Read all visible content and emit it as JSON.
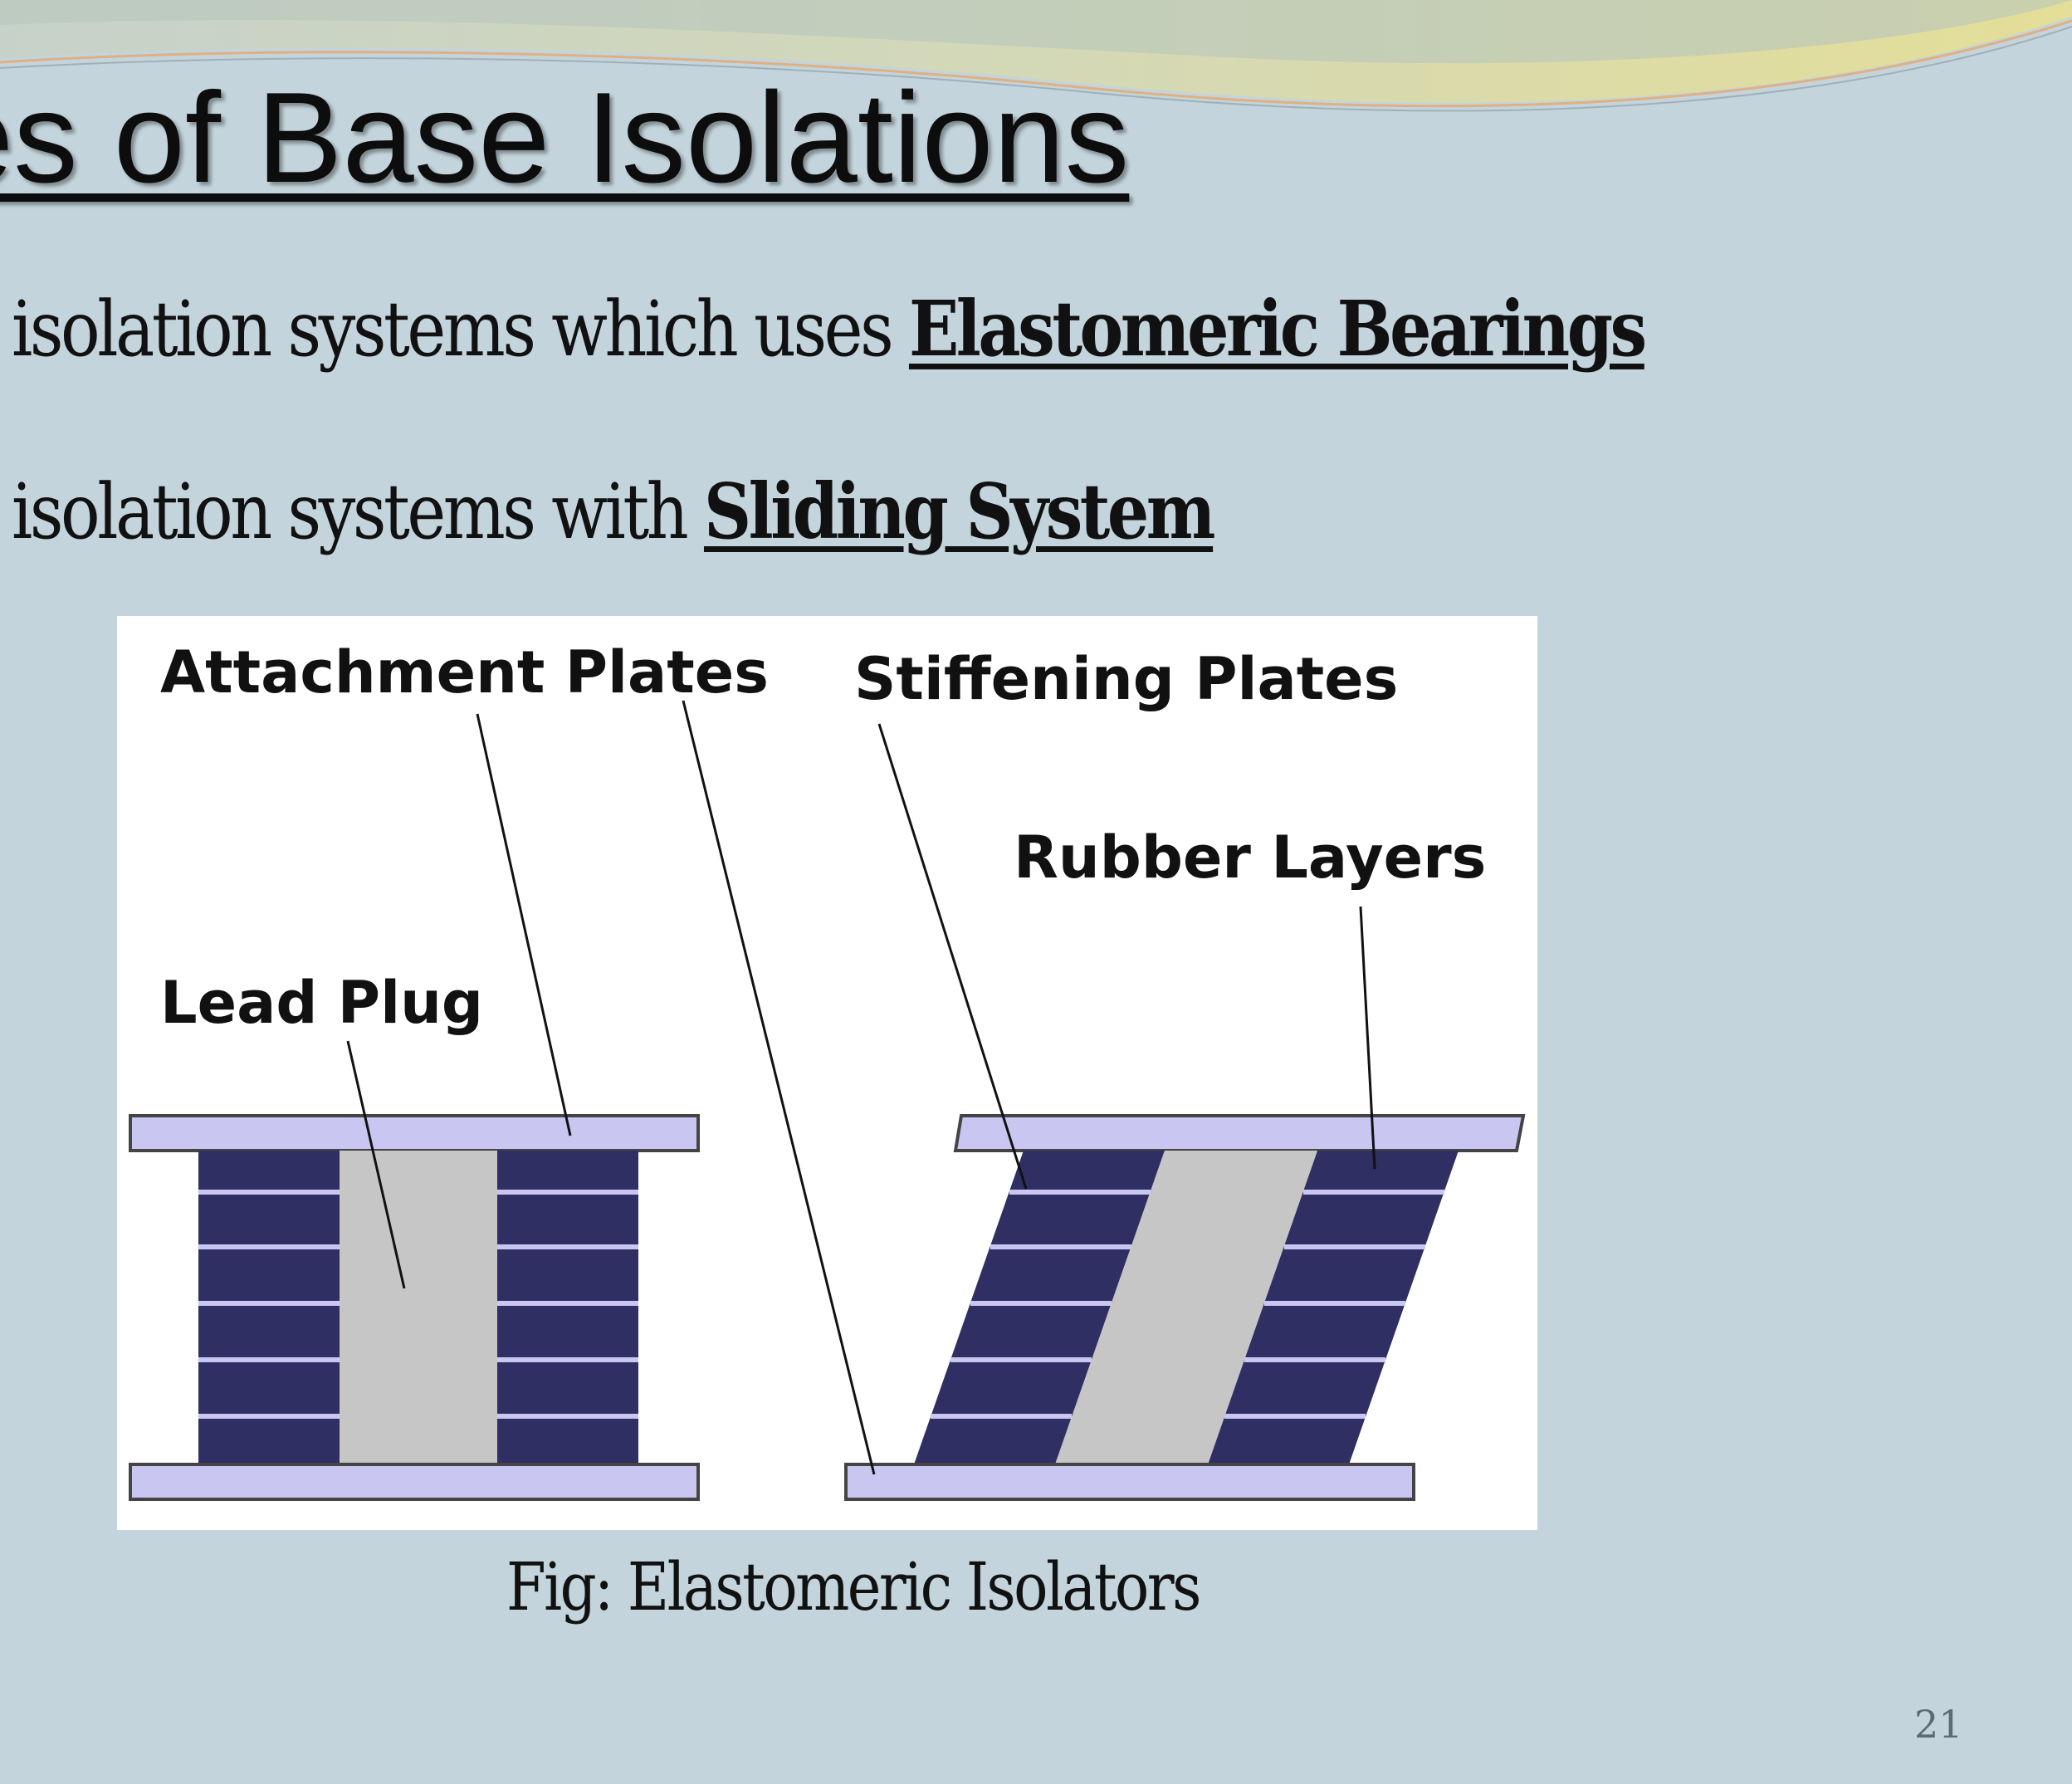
{
  "slide": {
    "title": "es of Base Isolations",
    "bullets": [
      {
        "prefix": "isolation systems which uses ",
        "emphasis": "Elastomeric Bearings"
      },
      {
        "prefix": "isolation systems with ",
        "emphasis": "Sliding System"
      }
    ],
    "figure": {
      "labels": {
        "attachment_plates": "Attachment Plates",
        "stiffening_plates": "Stiffening Plates",
        "rubber_layers": "Rubber Layers",
        "lead_plug": "Lead Plug"
      },
      "colors": {
        "plate": "#c9c7f2",
        "rubber": "#2f2f63",
        "lead": "#c6c6c6"
      }
    },
    "caption": "Fig: Elastomeric Isolators",
    "page_number": "21"
  }
}
